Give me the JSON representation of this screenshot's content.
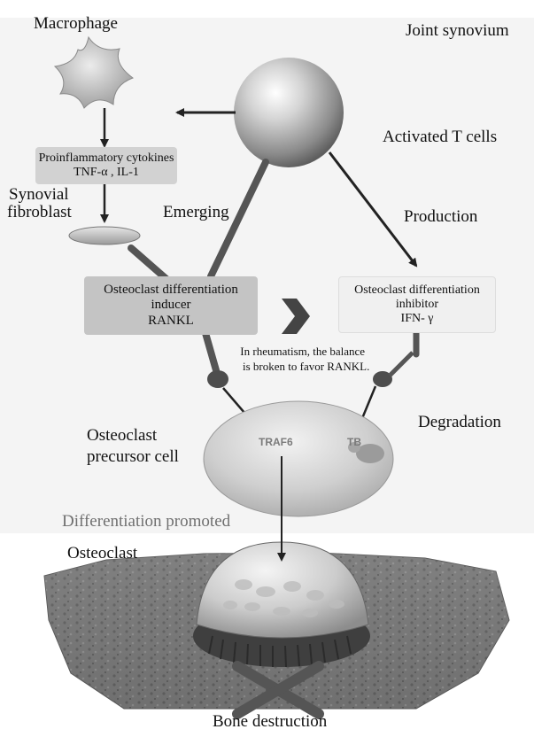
{
  "labels": {
    "macrophage": "Macrophage",
    "joint_synovium": "Joint synovium",
    "activated_t_cells": "Activated T cells",
    "proinflammatory_line1": "Proinflammatory cytokines",
    "proinflammatory_line2": "TNF-α , IL-1",
    "synovial_line1": "Synovial",
    "synovial_line2": "fibroblast",
    "emerging": "Emerging",
    "production": "Production",
    "inducer_line1": "Osteoclast differentiation",
    "inducer_line2": "inducer",
    "inducer_line3": "RANKL",
    "inhibitor_line1": "Osteoclast differentiation",
    "inhibitor_line2": "inhibitor",
    "inhibitor_line3": "IFN- γ",
    "balance_line1": "In rheumatism, the balance",
    "balance_line2": "is broken to favor RANKL.",
    "degradation": "Degradation",
    "precursor_line1": "Osteoclast",
    "precursor_line2": "precursor cell",
    "traf6": "TRAF6",
    "tb": "TB",
    "diff_promoted": "Differentiation promoted",
    "osteoclast": "Osteoclast",
    "bone_destruction": "Bone destruction"
  },
  "colors": {
    "box_fill": "#c9c9c9",
    "inhibitor_fill": "#f0f0f0",
    "shaded_band": "#f1f1f1",
    "arrow": "#222222",
    "gray_text": "#6f6f6f"
  }
}
